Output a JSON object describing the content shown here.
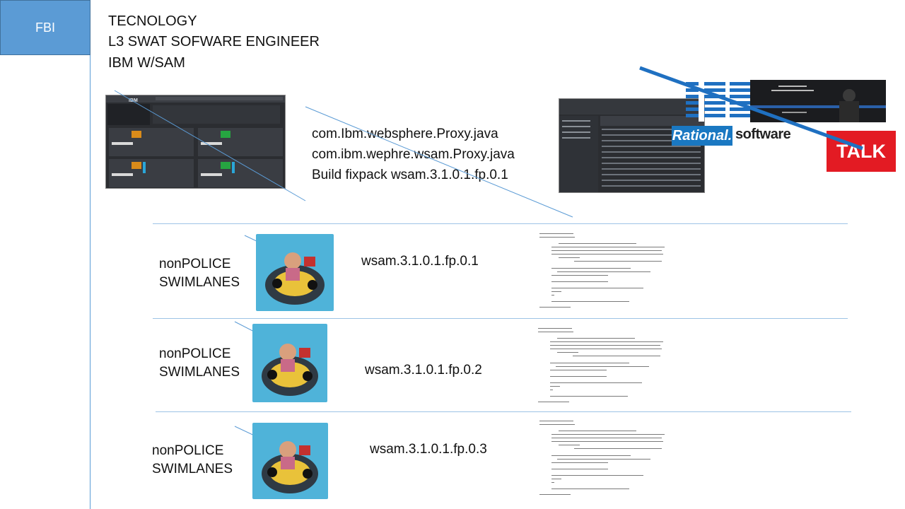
{
  "sidebar": {
    "box_label": "FBI"
  },
  "header": {
    "line1": "TECNOLOGY",
    "line2": "L3 SWAT SOFWARE ENGINEER",
    "line3": "IBM W/SAM"
  },
  "classes": {
    "line1": "com.Ibm.websphere.Proxy.java",
    "line2": "com.ibm.wephre.wsam.Proxy.java",
    "line3": "Build fixpack   wsam.3.1.0.1.fp.0.1"
  },
  "logos": {
    "ibm": "IBM",
    "rational": "Rational.",
    "software": "software",
    "talk": "TALK"
  },
  "lanes": [
    {
      "label1": "nonPOLICE",
      "label2": "SWIMLANES",
      "fixpack": "wsam.3.1.0.1.fp.0.1"
    },
    {
      "label1": "nonPOLICE",
      "label2": "SWIMLANES",
      "fixpack": "wsam.3.1.0.1.fp.0.2"
    },
    {
      "label1": "nonPOLICE",
      "label2": "SWIMLANES",
      "fixpack": "wsam.3.1.0.1.fp.0.3"
    }
  ],
  "colors": {
    "accent": "#5b9bd5",
    "talk": "#e31b23",
    "rational": "#1a78c2",
    "ibm_blue": "#1f70c1"
  }
}
